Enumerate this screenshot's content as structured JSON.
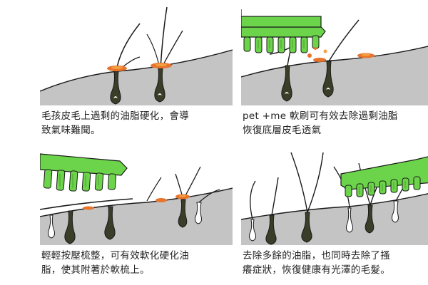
{
  "panels": [
    {
      "caption_line1": "毛孩皮毛上過剩的油脂硬化，會導",
      "caption_line2": "致氣味難聞。"
    },
    {
      "caption_line1": "pet +me 軟刷可有效去除過剩油脂",
      "caption_line2": "恢復底層皮毛透氣"
    },
    {
      "caption_line1": "輕輕按壓梳整，可有效軟化硬化油",
      "caption_line2": "脂，使其附著於軟梳上。"
    },
    {
      "caption_line1": "去除多餘的油脂，也同時去除了搔",
      "caption_line2": "癢症狀，恢復健康有光澤的毛髮。"
    }
  ],
  "colors": {
    "skin": "#c4c4c4",
    "follicle": "#3a3d27",
    "brush": "#6cd44a",
    "brush_dark": "#4aa12e",
    "oil": "#e8742c",
    "oil_light": "#f2a040",
    "outline": "#1a1a1a"
  }
}
